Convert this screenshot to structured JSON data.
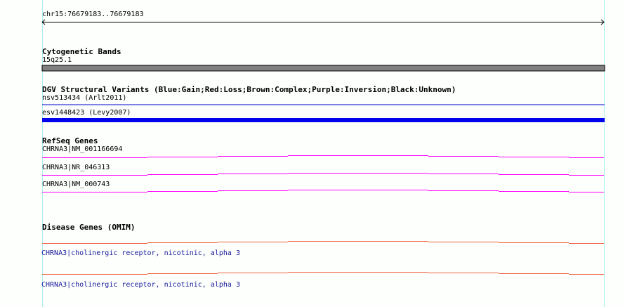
{
  "location": {
    "label": "chr15:76679183..76679183"
  },
  "tracks": {
    "cytoband": {
      "title": "Cytogenetic Bands",
      "band": "15q25.1",
      "color": "#808080"
    },
    "dgv": {
      "title": "DGV Structural Variants (Blue:Gain;Red:Loss;Brown:Complex;Purple:Inversion;Black:Unknown)",
      "features": [
        {
          "label": "nsv513434 (Arlt2011)",
          "color": "#0000cc"
        },
        {
          "label": "esv1448423 (Levy2007)",
          "color": "#0000ee"
        }
      ]
    },
    "refseq": {
      "title": "RefSeq Genes",
      "color": "#ff00ff",
      "features": [
        {
          "label": "CHRNA3|NM_001166694"
        },
        {
          "label": "CHRNA3|NR_046313"
        },
        {
          "label": "CHRNA3|NM_000743"
        }
      ]
    },
    "omim": {
      "title": "Disease Genes (OMIM)",
      "color": "#f06040",
      "features": [
        {
          "label": "CHRNA3|cholinergic receptor, nicotinic, alpha 3"
        },
        {
          "label": "CHRNA3|cholinergic receptor, nicotinic, alpha 3"
        }
      ]
    }
  }
}
